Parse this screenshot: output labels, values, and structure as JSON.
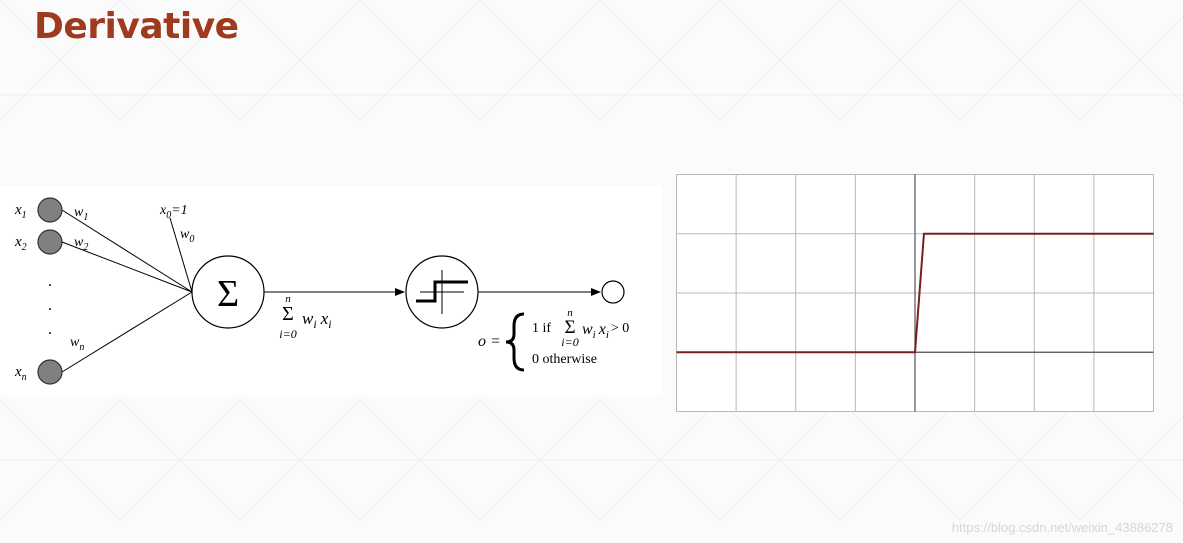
{
  "slide": {
    "title": "Derivative",
    "watermark": "https://blog.csdn.net/weixin_43886278"
  },
  "perceptron": {
    "inputs": [
      {
        "name": "x",
        "sub": "1",
        "weight": "w",
        "weight_sub": "1"
      },
      {
        "name": "x",
        "sub": "2",
        "weight": "w",
        "weight_sub": "2"
      },
      {
        "name": "x",
        "sub": "n",
        "weight": "w",
        "weight_sub": "n"
      }
    ],
    "bias": {
      "label": "x",
      "sub": "0",
      "rest": "=1",
      "weight": "w",
      "weight_sub": "0"
    },
    "ellipsis": ".",
    "sum_symbol": "Σ",
    "sum_expr": {
      "upper": "n",
      "lower": "i=0",
      "symbol": "Σ",
      "term": "w",
      "term_sub": "i",
      "term2": "x",
      "term2_sub": "i"
    },
    "output_rule": {
      "lhs": "o =",
      "case1_prefix": "1 if",
      "case1_upper": "n",
      "case1_lower": "i=0",
      "case1_symbol": "Σ",
      "case1_term": "w",
      "case1_term_sub": "i",
      "case1_term2": "x",
      "case1_term2_sub": "i",
      "case1_suffix": "> 0",
      "case2": "0 otherwise"
    }
  },
  "colors": {
    "title": "#9e3a1e",
    "step_line": "#7a1f1f",
    "input_node": "#808080"
  },
  "chart_data": {
    "type": "line",
    "title": "",
    "xlabel": "",
    "ylabel": "",
    "grid": true,
    "xlim": [
      -4,
      4
    ],
    "ylim": [
      -1,
      3
    ],
    "x_axis_at_y": 0,
    "y_axis_at_x": 0,
    "series": [
      {
        "x": [
          -4,
          0,
          0.15,
          4
        ],
        "y": [
          0,
          0,
          2,
          2
        ]
      }
    ]
  }
}
